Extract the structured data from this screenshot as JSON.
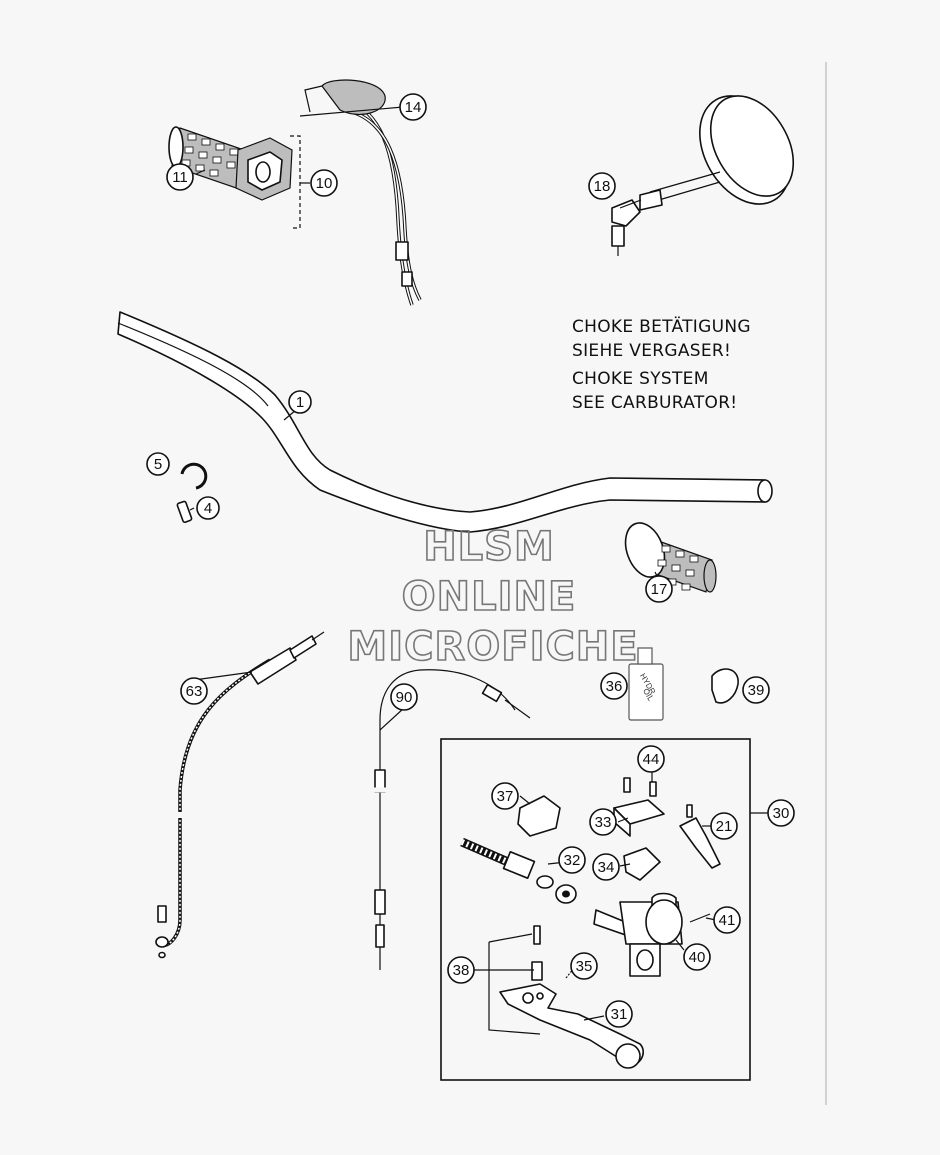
{
  "callouts": [
    {
      "id": "c1",
      "label": "1"
    },
    {
      "id": "c4",
      "label": "4"
    },
    {
      "id": "c5",
      "label": "5"
    },
    {
      "id": "c10",
      "label": "10"
    },
    {
      "id": "c11",
      "label": "11"
    },
    {
      "id": "c14",
      "label": "14"
    },
    {
      "id": "c17",
      "label": "17"
    },
    {
      "id": "c18",
      "label": "18"
    },
    {
      "id": "c21",
      "label": "21"
    },
    {
      "id": "c30",
      "label": "30"
    },
    {
      "id": "c31",
      "label": "31"
    },
    {
      "id": "c32",
      "label": "32"
    },
    {
      "id": "c33",
      "label": "33"
    },
    {
      "id": "c34",
      "label": "34"
    },
    {
      "id": "c35",
      "label": "35"
    },
    {
      "id": "c36",
      "label": "36"
    },
    {
      "id": "c37",
      "label": "37"
    },
    {
      "id": "c38",
      "label": "38"
    },
    {
      "id": "c39",
      "label": "39"
    },
    {
      "id": "c40",
      "label": "40"
    },
    {
      "id": "c41",
      "label": "41"
    },
    {
      "id": "c44",
      "label": "44"
    },
    {
      "id": "c63",
      "label": "63"
    },
    {
      "id": "c90",
      "label": "90"
    }
  ],
  "note": {
    "line1": "CHOKE BETÄTIGUNG",
    "line2": "SIEHE VERGASER!",
    "line3": "CHOKE SYSTEM",
    "line4": "SEE CARBURATOR!"
  },
  "watermark": {
    "line1": "HLSM",
    "line2": "ONLINE",
    "line3": "MICROFICHE"
  },
  "bottle_label": {
    "line1": "HYDR.",
    "line2": "OIL"
  }
}
